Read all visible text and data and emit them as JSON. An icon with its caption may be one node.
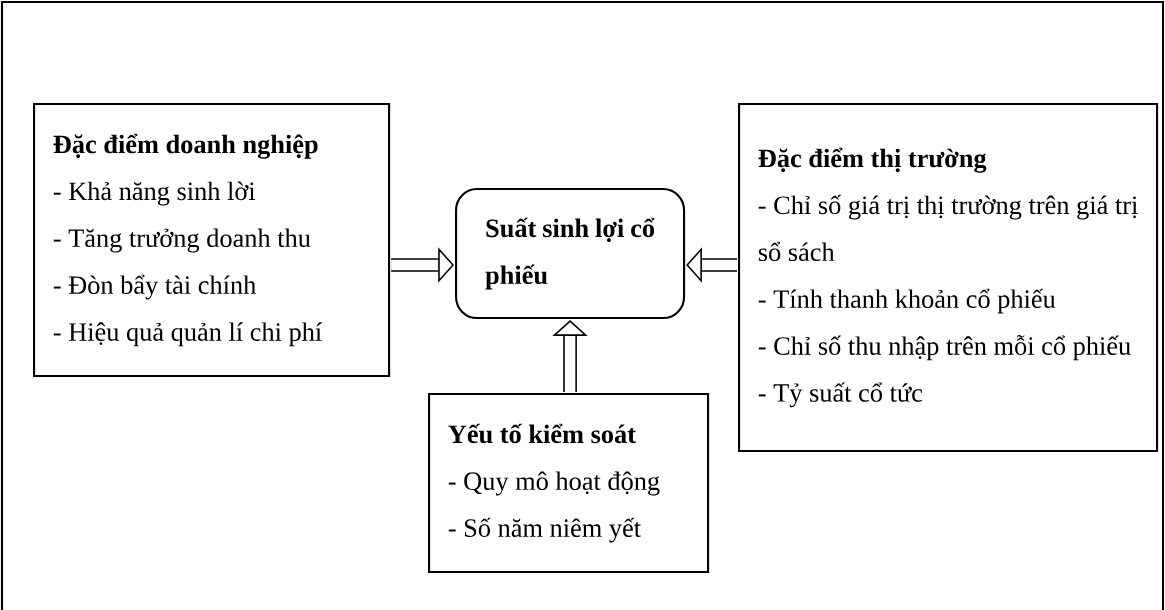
{
  "diagram": {
    "nodes": [
      {
        "text": [
          "Đặc điểm doanh nghiệp",
          "- Khả năng sinh lời",
          "- Tăng trưởng doanh thu",
          "- Đòn bẩy tài chính",
          "- Hiệu quả quản lí chi phí"
        ]
      },
      {
        "text": [
          "Suất sinh lợi cổ phiếu"
        ]
      },
      {
        "text": [
          "Đặc điểm thị trường",
          "- Chỉ số giá trị thị trường trên giá trị sổ sách",
          "- Tính thanh khoản cổ phiếu",
          "- Chỉ số thu nhập trên mỗi cổ phiếu",
          "- Tỷ suất cổ tức"
        ]
      },
      {
        "text": [
          "Yếu tố kiểm soát",
          "- Quy mô hoạt động",
          "- Số năm niêm yết"
        ]
      }
    ],
    "edges": [
      {
        "from": 0,
        "to": 1,
        "arrow": "to"
      },
      {
        "from": 2,
        "to": 1,
        "arrow": "to"
      },
      {
        "from": 3,
        "to": 1,
        "arrow": "to"
      }
    ]
  }
}
